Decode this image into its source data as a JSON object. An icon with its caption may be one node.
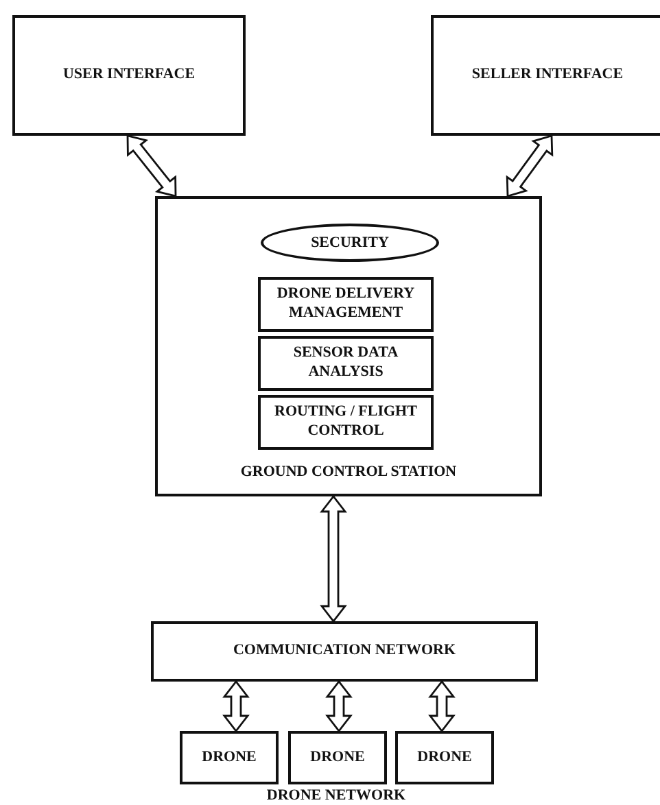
{
  "diagram": {
    "nodes": [
      {
        "text": [
          "USER INTERFACE"
        ]
      },
      {
        "text": [
          "SELLER INTERFACE"
        ]
      },
      {
        "text": [
          "GROUND CONTROL STATION"
        ]
      },
      {
        "text": [
          "SECURITY"
        ],
        "in": 2
      },
      {
        "text": [
          "DRONE DELIVERY MANAGEMENT"
        ],
        "in": 2
      },
      {
        "text": [
          "SENSOR DATA ANALYSIS"
        ],
        "in": 2
      },
      {
        "text": [
          "ROUTING / FLIGHT CONTROL"
        ],
        "in": 2
      },
      {
        "text": [
          "COMMUNICATION NETWORK"
        ]
      },
      {
        "text": [
          "DRONE"
        ]
      },
      {
        "text": [
          "DRONE"
        ]
      },
      {
        "text": [
          "DRONE"
        ]
      }
    ],
    "edges": [
      {
        "from": 0,
        "to": 2,
        "arrow": "both"
      },
      {
        "from": 1,
        "to": 2,
        "arrow": "both"
      },
      {
        "from": 2,
        "to": 7,
        "arrow": "both"
      },
      {
        "from": 7,
        "to": 8,
        "arrow": "both"
      },
      {
        "from": 7,
        "to": 9,
        "arrow": "both"
      },
      {
        "from": 7,
        "to": 10,
        "arrow": "both"
      }
    ],
    "labels": [
      "DRONE NETWORK"
    ]
  }
}
